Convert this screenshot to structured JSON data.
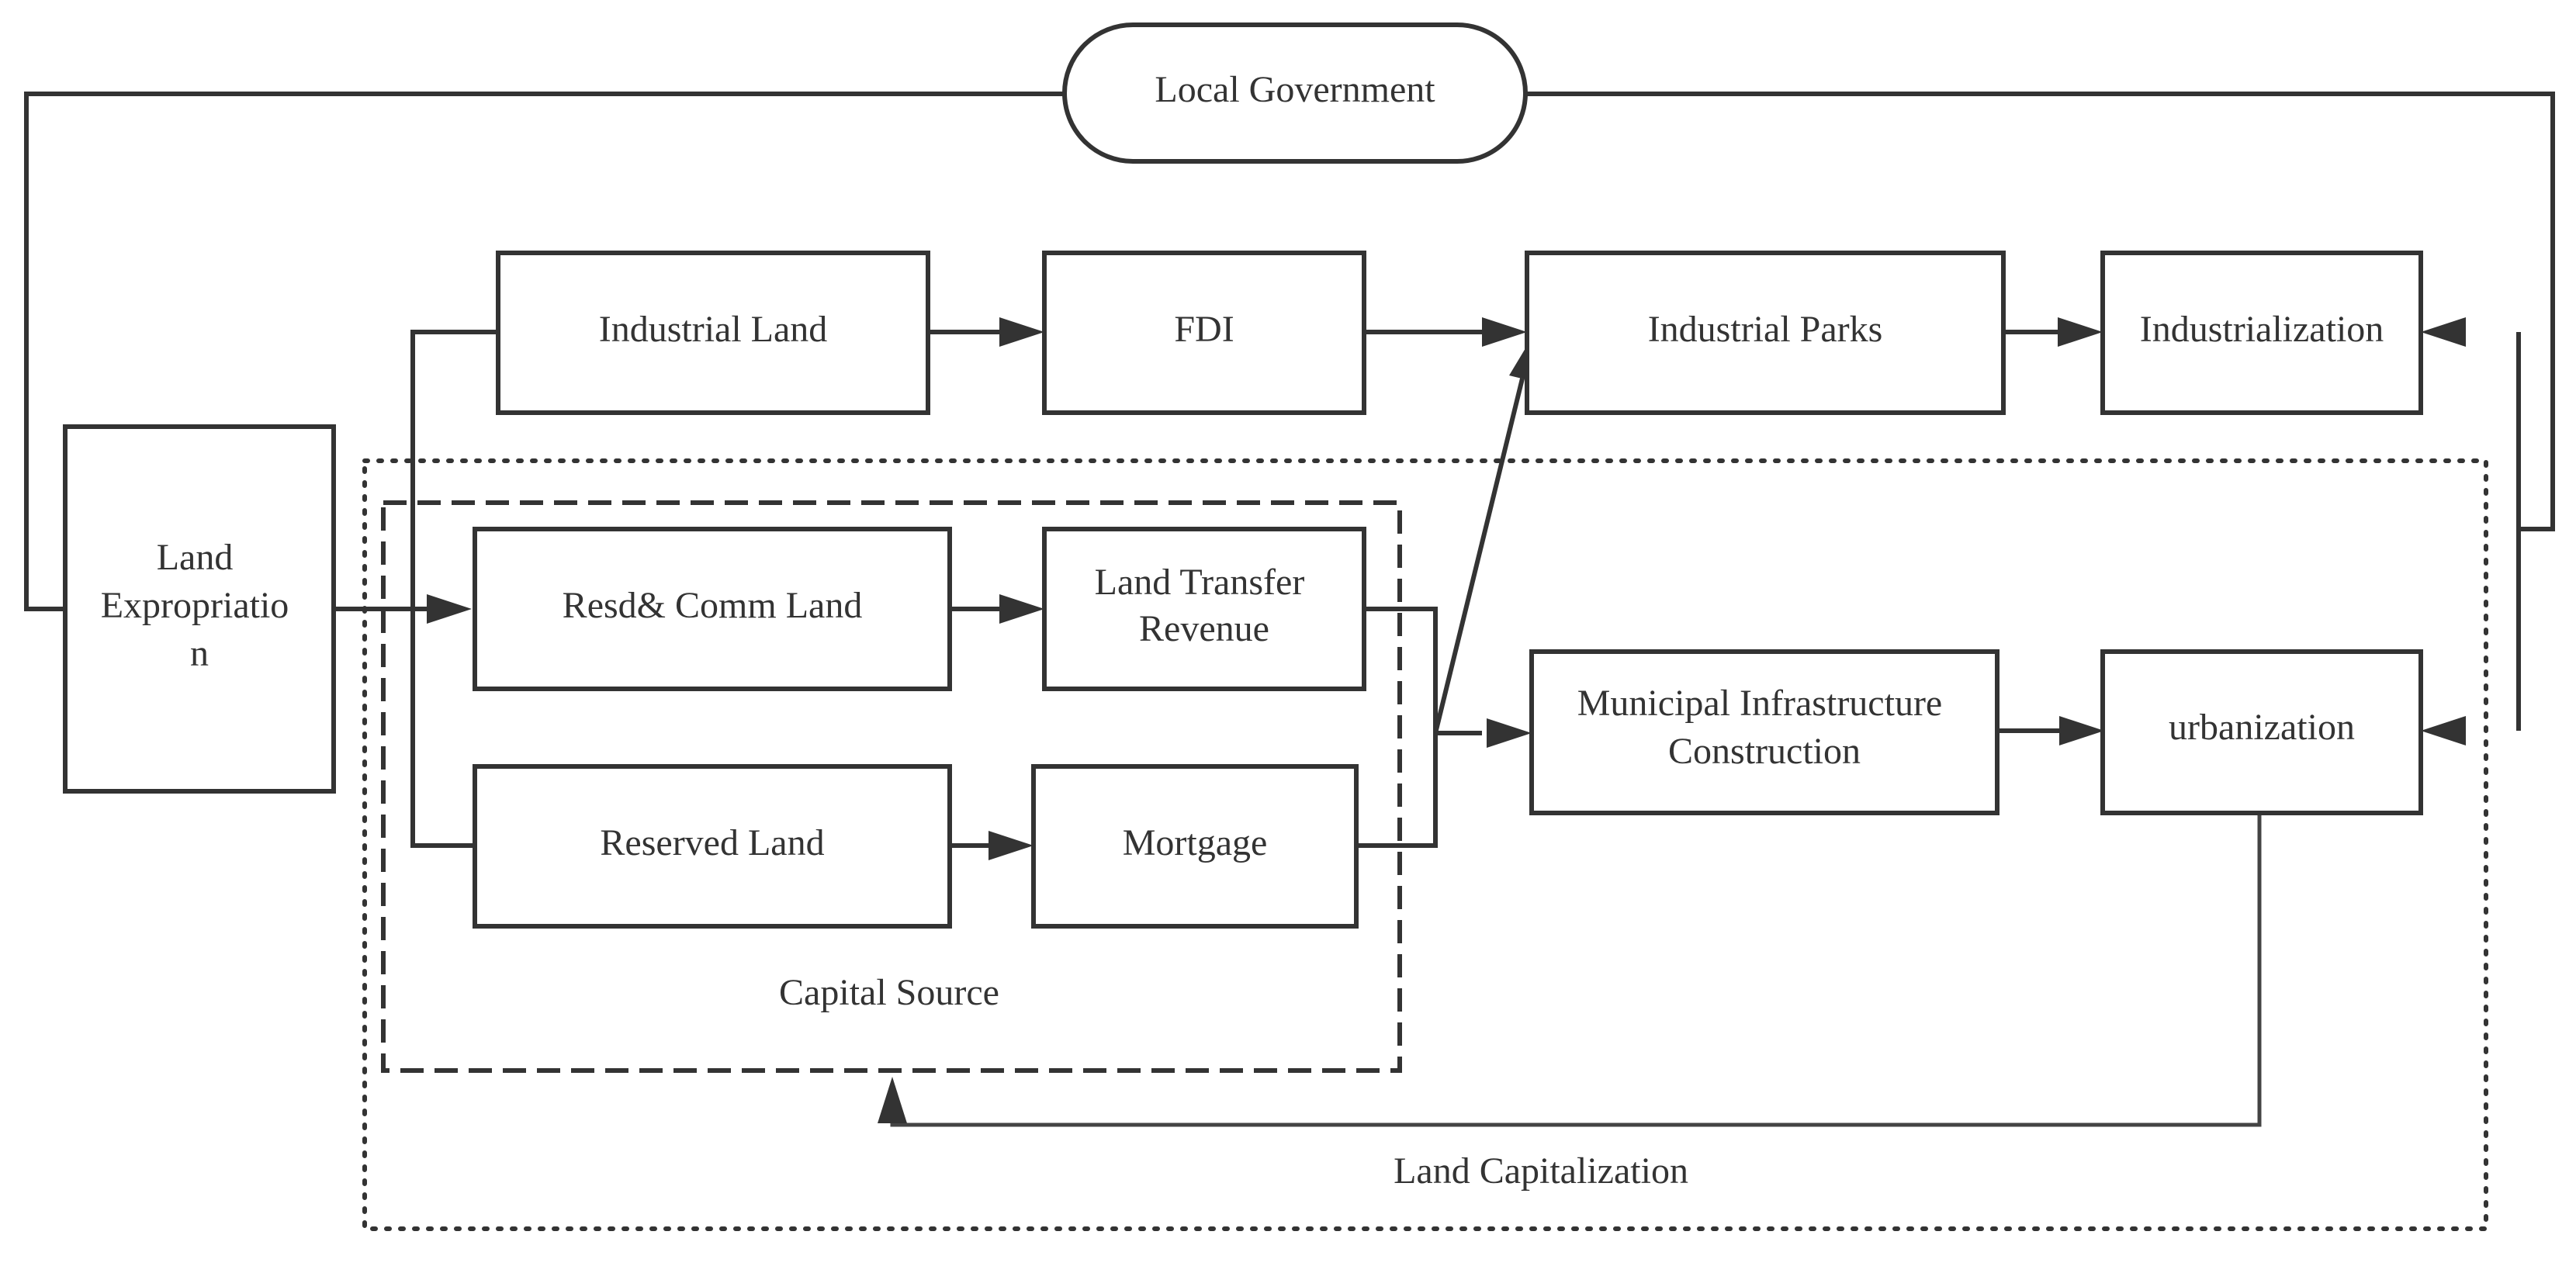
{
  "diagram": {
    "local_government": "Local Government",
    "land_expropriation": [
      "Land",
      "Expropriatio",
      "n"
    ],
    "industrial_land": "Industrial Land",
    "fdi": "FDI",
    "industrial_parks": "Industrial Parks",
    "industrialization": "Industrialization",
    "resd_comm_land": "Resd& Comm Land",
    "land_transfer_revenue": [
      "Land Transfer",
      "Revenue"
    ],
    "reserved_land": "Reserved Land",
    "mortgage": "Mortgage",
    "municipal_infrastructure": [
      "Municipal Infrastructure",
      "Construction"
    ],
    "urbanization": "urbanization",
    "capital_source": "Capital Source",
    "land_capitalization": "Land Capitalization"
  }
}
